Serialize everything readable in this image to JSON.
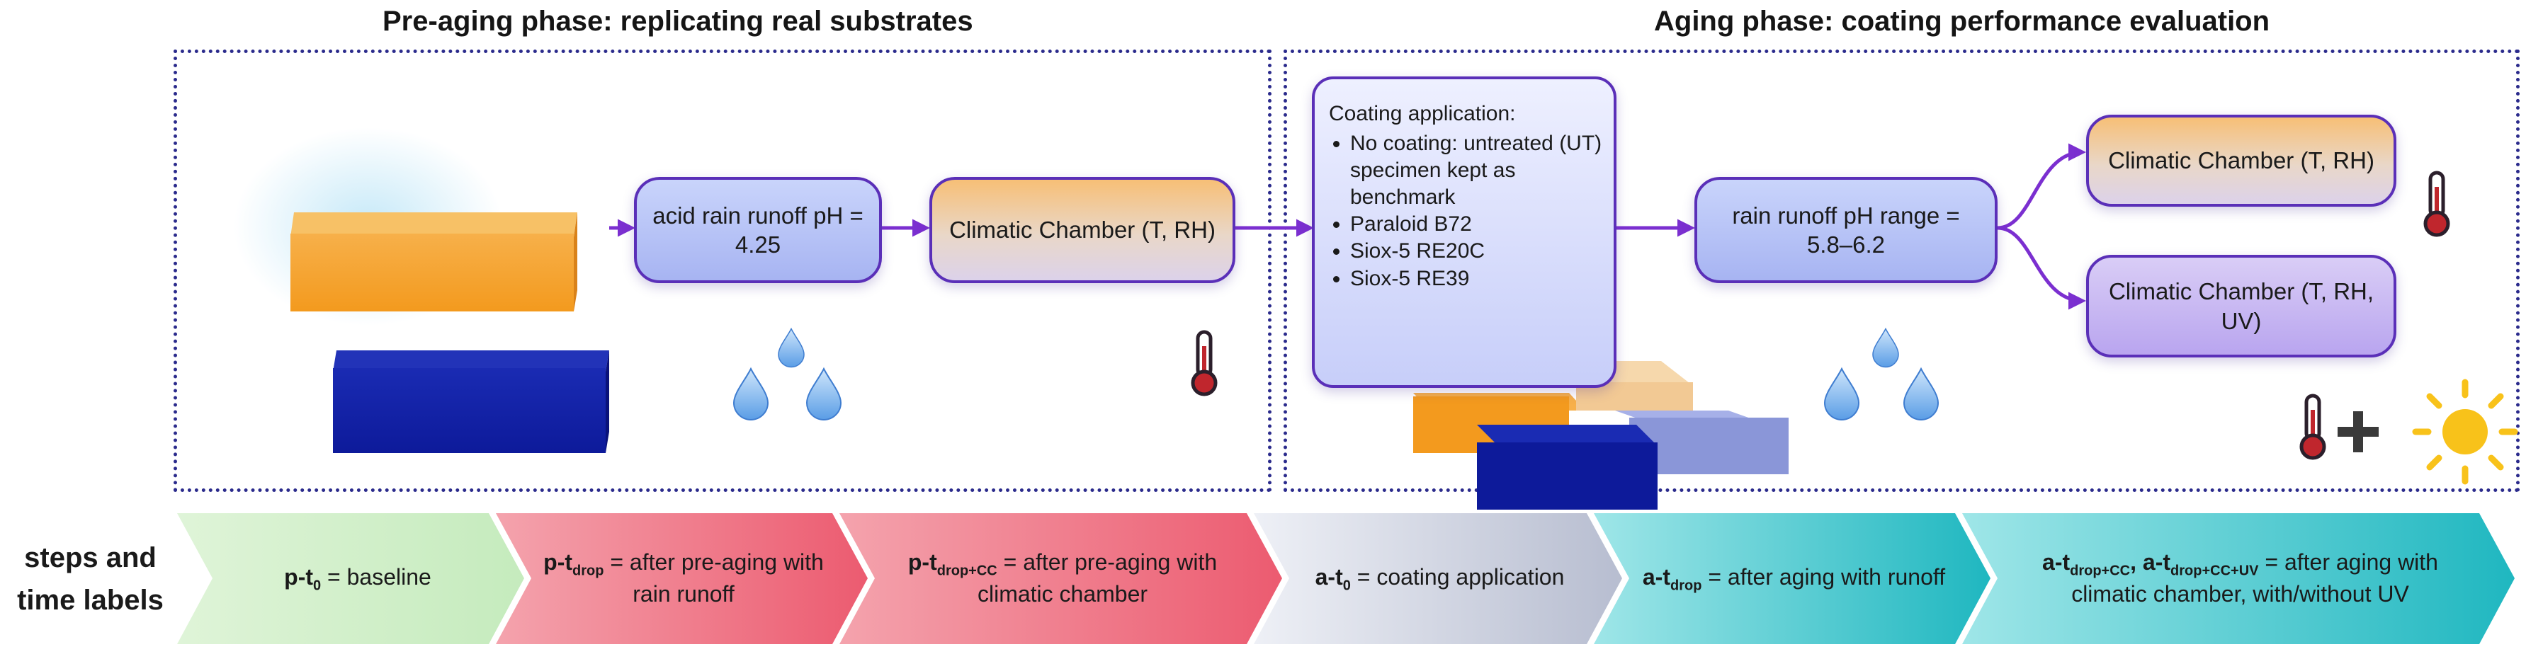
{
  "phases": {
    "pre_aging_title": "Pre-aging phase: replicating real substrates",
    "aging_title": "Aging phase: coating performance evaluation"
  },
  "nodes": {
    "acid_rain": "acid rain runoff pH = 4.25",
    "climatic_chamber_1": "Climatic Chamber (T, RH)",
    "rain_runoff": "rain runoff pH range = 5.8–6.2",
    "climatic_chamber_2": "Climatic Chamber (T, RH)",
    "climatic_chamber_uv": "Climatic Chamber (T, RH, UV)"
  },
  "coating": {
    "title": "Coating application:",
    "items": [
      "No coating: untreated (UT) specimen kept as benchmark",
      "Paraloid B72",
      "Siox-5 RE20C",
      "Siox-5 RE39"
    ]
  },
  "timeline": {
    "row_label": "steps and time labels",
    "steps": [
      {
        "code": "p-t",
        "sub": "0",
        "extra": "",
        "desc": " = baseline"
      },
      {
        "code": "p-t",
        "sub": "drop",
        "extra": "",
        "desc": " = after pre-aging with rain runoff"
      },
      {
        "code": "p-t",
        "sub": "drop+CC",
        "extra": "",
        "desc": " = after pre-aging with climatic chamber"
      },
      {
        "code": "a-t",
        "sub": "0",
        "extra": "",
        "desc": " = coating application"
      },
      {
        "code": "a-t",
        "sub": "drop",
        "extra": "",
        "desc": " = after aging with runoff"
      },
      {
        "code": "a-t",
        "sub": "drop+CC",
        "extra_code": "a-t",
        "extra_sub": "drop+CC+UV",
        "desc": " = after aging with climatic chamber, with/without UV"
      }
    ]
  },
  "colors": {
    "border": "#2b2b8c",
    "arrow": "#7b2fd0",
    "substrate_orange": "#f39a1e",
    "substrate_blue": "#0d1a9a",
    "drop": "#7bb2ee"
  }
}
